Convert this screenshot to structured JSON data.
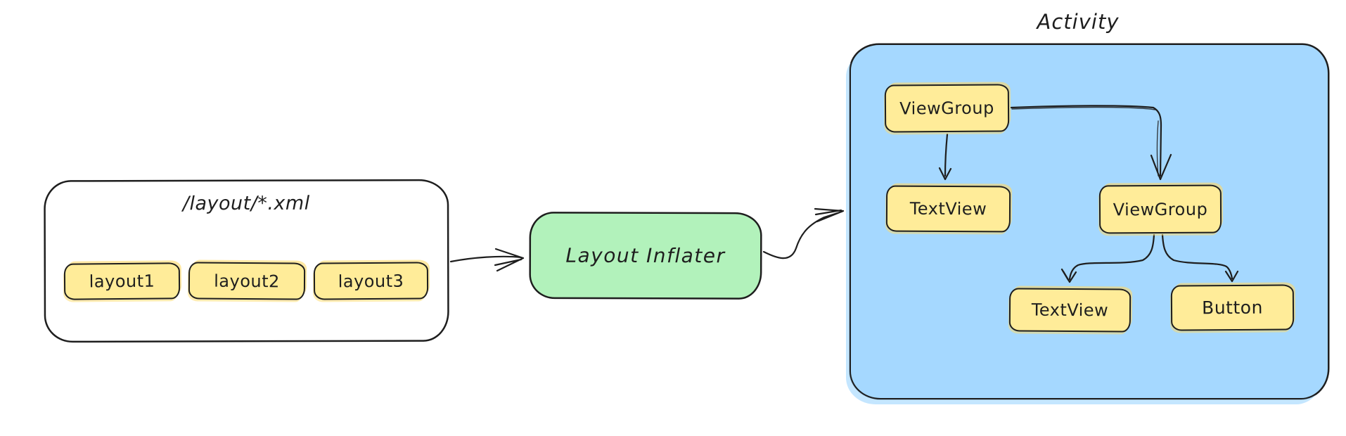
{
  "colors": {
    "yellow": "#ffec99",
    "green": "#b2f2bb",
    "blue": "#a5d8ff",
    "stroke": "#1e1e1e"
  },
  "xml_container": {
    "title": "/layout/*.xml",
    "items": [
      {
        "label": "layout1"
      },
      {
        "label": "layout2"
      },
      {
        "label": "layout3"
      }
    ]
  },
  "inflater": {
    "label": "Layout Inflater"
  },
  "activity": {
    "title": "Activity",
    "nodes": {
      "root_viewgroup": "ViewGroup",
      "left_textview": "TextView",
      "child_viewgroup": "ViewGroup",
      "child_textview": "TextView",
      "child_button": "Button"
    }
  }
}
